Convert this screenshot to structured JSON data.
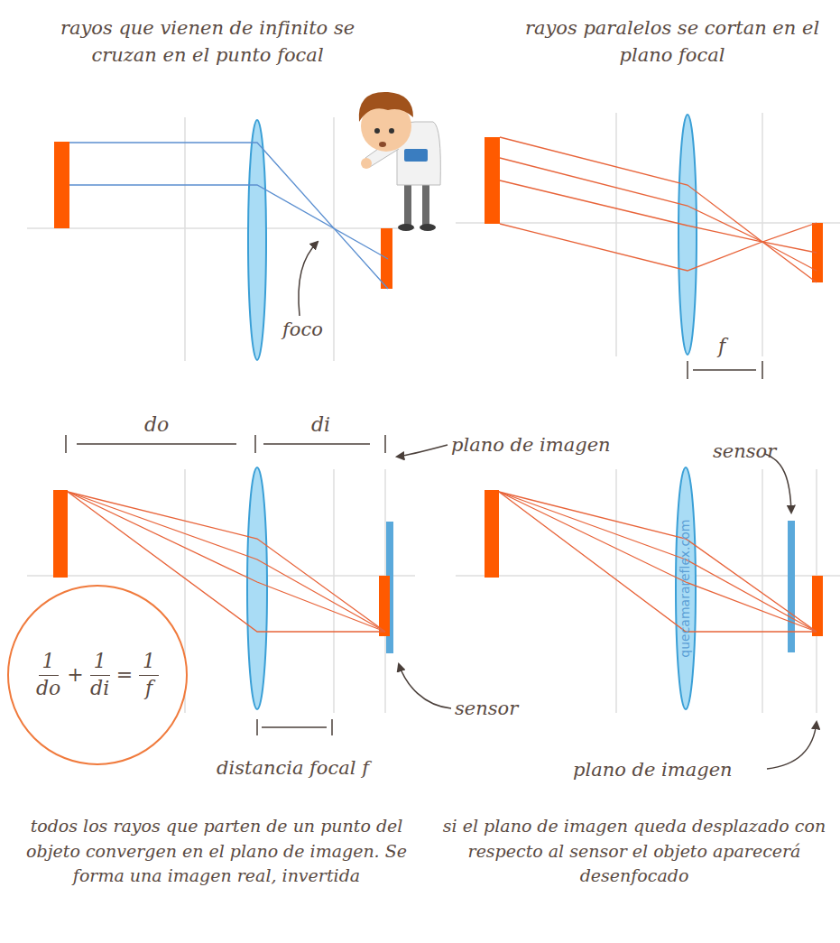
{
  "diagram": {
    "nodes": [
      {
        "text": [
          "1",
          "do",
          "+",
          "1",
          "di",
          "=",
          "1",
          "f"
        ]
      }
    ],
    "labels": [
      "rayos que vienen de infinito se cruzan en el punto focal",
      "rayos paralelos se cortan en el plano focal",
      "foco",
      "f",
      "do",
      "di",
      "plano de imagen",
      "sensor",
      "distancia focal f",
      "sensor",
      "plano de imagen",
      "quecamarareflex.com",
      "todos los rayos que parten de un punto del objeto convergen en el plano de imagen. Se forma una imagen real, invertida",
      "si el plano de imagen queda desplazado con respecto al sensor el objeto aparecerá desenfocado"
    ]
  }
}
